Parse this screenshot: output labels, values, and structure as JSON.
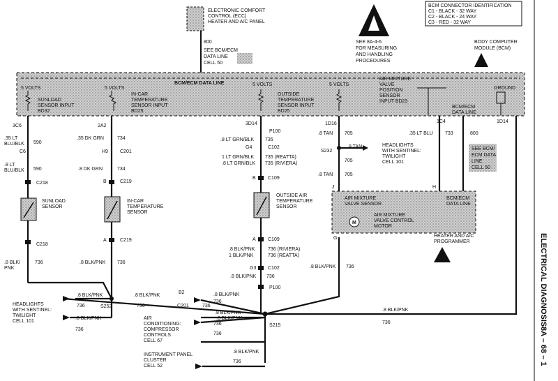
{
  "header": {
    "ecc_box": [
      "ELECTRONIC COMFORT",
      "CONTROL (ECC)",
      "HEATER AND A/C PANEL"
    ],
    "bcm_connector_id": [
      "BCM CONNECTOR IDENTIFICATION",
      "C1 - BLACK - 32 WAY",
      "C2 - BLACK - 24 WAY",
      "C3 - RED - 32 WAY"
    ],
    "see_8a46": [
      "SEE 8A-4-6",
      "FOR MEASURING",
      "AND HANDLING",
      "PROCEDURES"
    ],
    "bcm_label": [
      "BODY COMPUTER",
      "MODULE (BCM)"
    ],
    "wire_800_top": "800",
    "see_bcm_top": [
      "SEE BCM/ECM",
      "DATA LINE",
      "CELL 50"
    ]
  },
  "bcm_box": {
    "data_line": "BCM/ECM DATA LINE",
    "volts": [
      "5 VOLTS",
      "5 VOLTS",
      "5 VOLTS",
      "5 VOLTS"
    ],
    "sunload": [
      "SUNLOAD",
      "SENSOR INPUT",
      "BD32"
    ],
    "incar": [
      "IN-CAR",
      "TEMPERATURE",
      "SENSOR INPUT",
      "BD25"
    ],
    "outside": [
      "OUTSIDE",
      "TEMPERATURE",
      "SENSOR INPUT",
      "BD25"
    ],
    "airmix": [
      "AIR MIXTURE",
      "VALVE",
      "POSITION",
      "SENSOR",
      "INPUT BD23"
    ],
    "ground": "GROUND",
    "bcm_ecm": [
      "BCM/ECM",
      "DATA LINE"
    ],
    "pins": [
      "3C6",
      "2A2",
      "3D14",
      "1D16",
      "1C4",
      "1D14"
    ]
  },
  "wiring": {
    "left": [
      ".35 LT",
      "BLU/BLK",
      "590",
      "C6",
      ".8 LT",
      "BLU/BLK",
      "590",
      "C218",
      "SUNLOAD",
      "SENSOR",
      "C218",
      ".8 BLK/",
      "PNK",
      "736"
    ],
    "incar": [
      ".35 DK GRN",
      "734",
      "H9",
      "C201",
      ".8 DK GRN",
      "734",
      "B",
      "C219",
      "IN-CAR",
      "TEMPERATURE",
      "SENSOR",
      "A",
      "C219",
      ".8 BLK/PNK",
      "736"
    ],
    "outside": [
      "P100",
      ".8 LT GRN/BLK",
      "735",
      "G4",
      "C102",
      "1 LT GRN/BLK",
      "735 (REATTA)",
      ".8 LT GRN/BLK",
      "735 (RIVIERA)",
      "B",
      "C109",
      "OUTSIDE AIR",
      "TEMPERATURE",
      "SENSOR",
      "A",
      "C109",
      ".8 BLK/PNK",
      "736 (RIVIERA)",
      "1 BLK/PNK",
      "736 (REATTA)",
      "G3",
      "C102",
      ".8 BLK/PNK",
      "736",
      "P100"
    ],
    "airmix": [
      ".8 TAN",
      "705",
      "S232",
      ".8 TAN",
      "705",
      "HEADLIGHTS",
      "WITH SENTINEL:",
      "TWILIGHT",
      "CELL 101",
      ".8 TAN",
      "705",
      "J",
      ".35 LT BLU",
      "733",
      "800",
      "SEE BCM/",
      "ECM DATA",
      "LINE",
      "CELL 50",
      "H",
      "AIR MIXTURE",
      "VALVE SENSOR",
      "AIR MIXTURE",
      "VALVE CONTROL",
      "MOTOR",
      "BCM/ECM",
      "DATA LINE",
      "G",
      ".8 BLK/PNK",
      "736",
      "HEATER AND A/C",
      "PROGRAMMER"
    ],
    "bottom": [
      ".8 BLK/PNK",
      "736",
      ".8 BLK/PNK",
      "736",
      "S252",
      ".8 BLK/PNK",
      "736",
      "B2",
      "C201",
      "736",
      "HEADLIGHTS",
      "WITH SENTINEL:",
      "TWILIGHT",
      "CELL 101",
      ".8 BLK/PNK",
      "736",
      ".8 BLK/PNK",
      "736",
      "S215",
      ".8 BLK/PNK",
      "736",
      "AIR",
      "CONDITIONING:",
      "COMPRESSOR",
      "CONTROLS",
      "CELL 67",
      ".8 BLK/PNK",
      "736",
      "INSTRUMENT PANEL",
      "CLUSTER",
      "CELL 52",
      ".8 BLK/PNK",
      "736"
    ]
  },
  "side": {
    "title": "ELECTRICAL DIAGNOSIS",
    "page": "8A – 68 – 1"
  },
  "colors": {
    "ink": "#111111",
    "shade": "#b8b8b8"
  }
}
